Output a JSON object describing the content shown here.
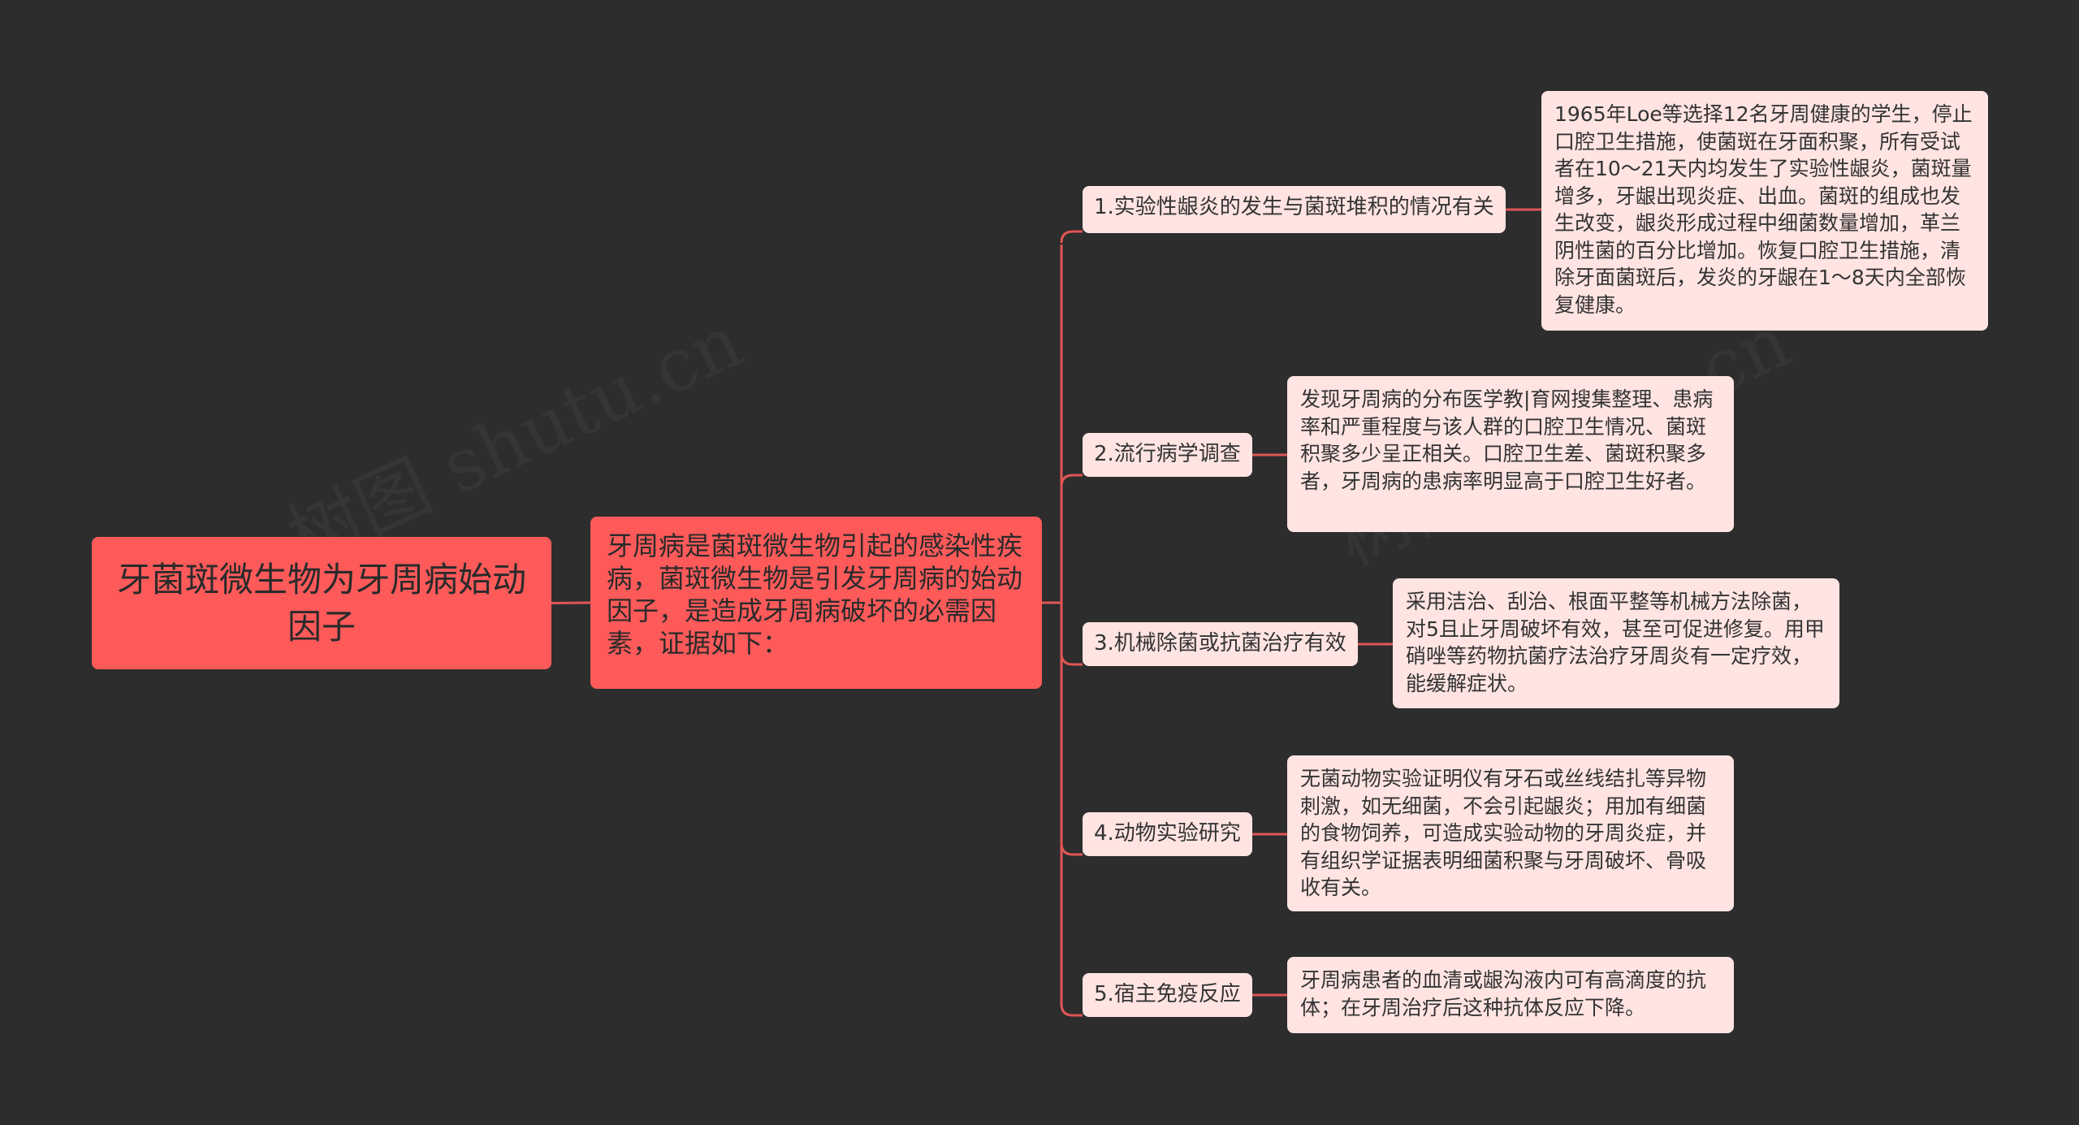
{
  "colors": {
    "background": "#2d2d2d",
    "root_fill": "#ff5a5a",
    "leaf_fill": "#ffe4e2",
    "connector": "#e05555"
  },
  "root": {
    "label": "牙菌斑微生物为牙周病始动因子"
  },
  "center": {
    "label": "牙周病是菌斑微生物引起的感染性疾病，菌斑微生物是引发牙周病的始动因子，是造成牙周病破坏的必需因素，证据如下："
  },
  "branches": [
    {
      "label": "1.实验性龈炎的发生与菌斑堆积的情况有关",
      "detail": "1965年Loe等选择12名牙周健康的学生，停止口腔卫生措施，使菌斑在牙面积聚，所有受试者在10～21天内均发生了实验性龈炎，菌斑量增多，牙龈出现炎症、出血。菌斑的组成也发生改变，龈炎形成过程中细菌数量增加，革兰阴性菌的百分比增加。恢复口腔卫生措施，清除牙面菌斑后，发炎的牙龈在1～8天内全部恢复健康。"
    },
    {
      "label": "2.流行病学调查",
      "detail": "发现牙周病的分布医学教|育网搜集整理、患病率和严重程度与该人群的口腔卫生情况、菌斑积聚多少呈正相关。口腔卫生差、菌斑积聚多者，牙周病的患病率明显高于口腔卫生好者。"
    },
    {
      "label": "3.机械除菌或抗菌治疗有效",
      "detail": "采用洁治、刮治、根面平整等机械方法除菌，对5且止牙周破坏有效，甚至可促进修复。用甲硝唑等药物抗菌疗法治疗牙周炎有一定疗效，能缓解症状。"
    },
    {
      "label": "4.动物实验研究",
      "detail": "无菌动物实验证明仪有牙石或丝线结扎等异物刺激，如无细菌，不会引起龈炎；用加有细菌的食物饲养，可造成实验动物的牙周炎症，并有组织学证据表明细菌积聚与牙周破坏、骨吸收有关。"
    },
    {
      "label": "5.宿主免疫反应",
      "detail": "牙周病患者的血清或龈沟液内可有高滴度的抗体；在牙周治疗后这种抗体反应下降。"
    }
  ]
}
